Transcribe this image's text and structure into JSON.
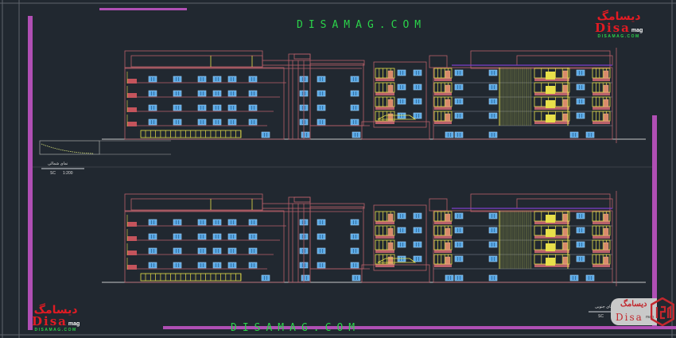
{
  "watermark": {
    "top_text": "DISAMAG.COM",
    "bottom_text": "DISAMAG.COM"
  },
  "logo_top_right": {
    "persian": "دیسامگ",
    "latin": "Disa",
    "suffix": "mag",
    "url": "DISAMAG.COM"
  },
  "logo_bottom_left": {
    "persian": "دیسامگ",
    "latin": "Disa",
    "suffix": "mag",
    "url": "DISAMAG.COM"
  },
  "logo_badge": {
    "persian": "دیسامگ",
    "latin": "Disa",
    "suffix": "mag"
  },
  "elevation_top": {
    "title": "نمای شمالی",
    "scale_prefix": "SC",
    "scale": "1:200"
  },
  "elevation_bottom": {
    "title": "نمای جنوبی",
    "scale_prefix": "SC"
  },
  "colors": {
    "background": "#212830",
    "outline": "#b8606a",
    "window": "#5aa9e6",
    "accent_yellow": "#e8e04a",
    "magenta": "#b04fb4",
    "watermark": "#2bd34a",
    "logo_red": "#e21b23"
  }
}
